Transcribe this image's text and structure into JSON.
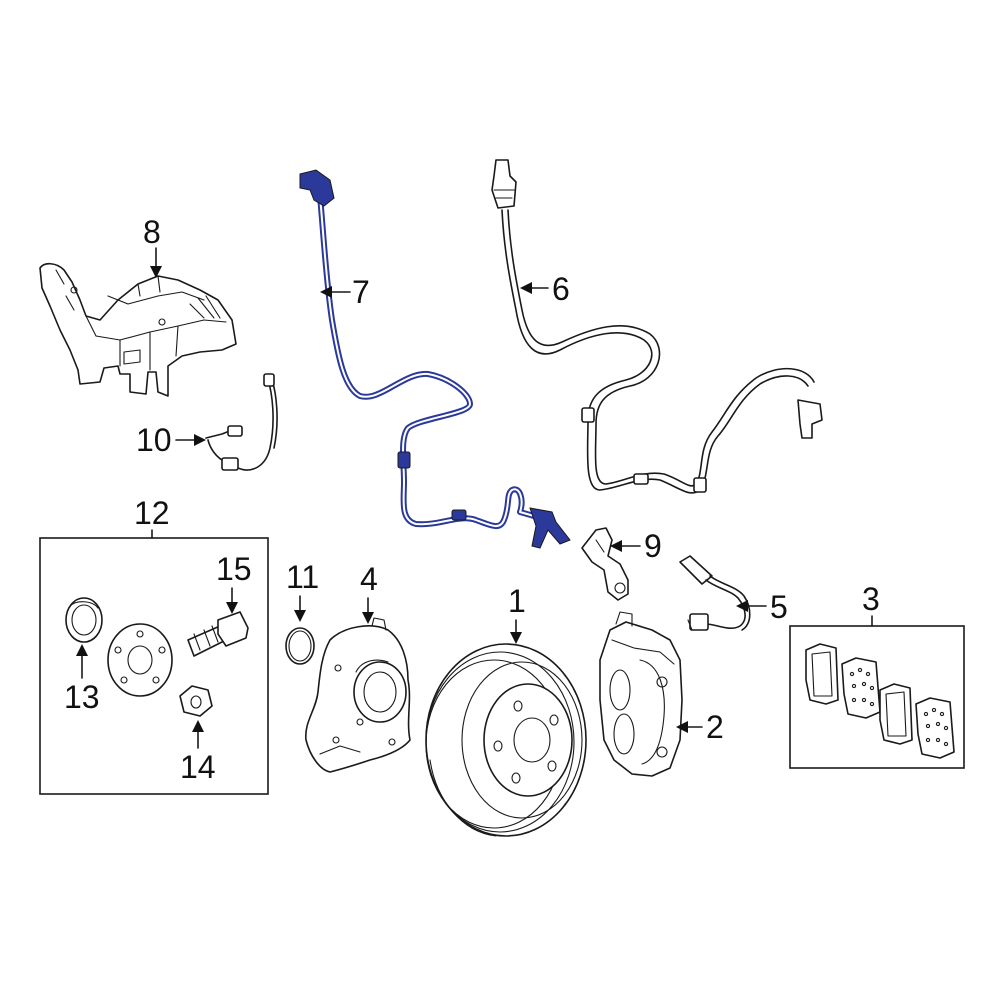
{
  "diagram": {
    "highlight_color": "#2b3a9a",
    "line_color": "#1a1a1a",
    "callouts": [
      {
        "id": "1",
        "text": "1"
      },
      {
        "id": "2",
        "text": "2"
      },
      {
        "id": "3",
        "text": "3"
      },
      {
        "id": "4",
        "text": "4"
      },
      {
        "id": "5",
        "text": "5"
      },
      {
        "id": "6",
        "text": "6"
      },
      {
        "id": "7",
        "text": "7"
      },
      {
        "id": "8",
        "text": "8"
      },
      {
        "id": "9",
        "text": "9"
      },
      {
        "id": "10",
        "text": "10"
      },
      {
        "id": "11",
        "text": "11"
      },
      {
        "id": "12",
        "text": "12"
      },
      {
        "id": "13",
        "text": "13"
      },
      {
        "id": "14",
        "text": "14"
      },
      {
        "id": "15",
        "text": "15"
      }
    ],
    "highlighted_part": "7"
  }
}
